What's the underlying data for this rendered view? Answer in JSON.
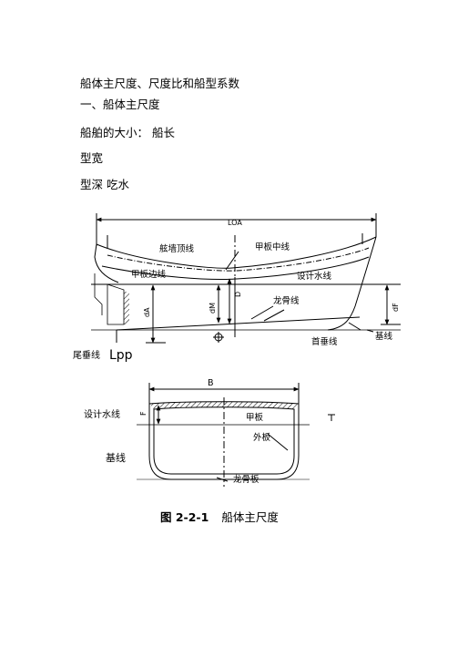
{
  "heading": {
    "title": "船体主尺度、尺度比和船型系数",
    "section": "一、船体主尺度",
    "size_line": "船舶的大小：  船长",
    "breadth": "型宽",
    "depth_draft": "型深 吃水"
  },
  "profile": {
    "loa": "LOA",
    "bulwark_top": "舷墙顶线",
    "deck_center": "甲板中线",
    "deck_side": "甲板边线",
    "design_wl": "设计水线",
    "keel": "龙骨线",
    "fwd_perp": "首垂线",
    "baseline": "基线",
    "aft_perp": "尾垂线",
    "lpp": "Lpp",
    "d": "D",
    "dm": "dM",
    "da": "dA",
    "df": "dF"
  },
  "section": {
    "b": "B",
    "f": "F",
    "design_wl": "设计水线",
    "deck": "甲板",
    "shell": "外板",
    "baseline": "基线",
    "keel_plate": "龙骨板"
  },
  "caption": {
    "number": "图 2-2-1",
    "text": "船体主尺度"
  }
}
